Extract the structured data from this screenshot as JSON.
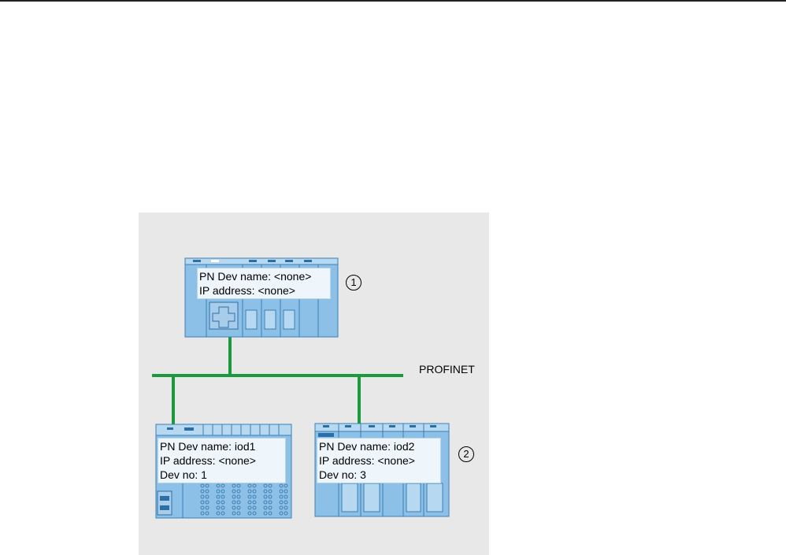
{
  "network": {
    "label": "PROFINET"
  },
  "controller": {
    "name_line": "PN Dev name: <none>",
    "ip_line": "IP address: <none>",
    "callout": "1"
  },
  "device_1": {
    "name_line": "PN Dev name: iod1",
    "ip_line": "IP address: <none>",
    "devno_line": "Dev no: 1"
  },
  "device_2": {
    "name_line": "PN Dev name: iod2",
    "ip_line": "IP address: <none>",
    "devno_line": "Dev no: 3",
    "callout": "2"
  },
  "colors": {
    "bus": "#1a9a3c",
    "device_fill": "#8cc0e6",
    "device_border": "#3d7fb4",
    "panel": "#e8e8e8"
  }
}
